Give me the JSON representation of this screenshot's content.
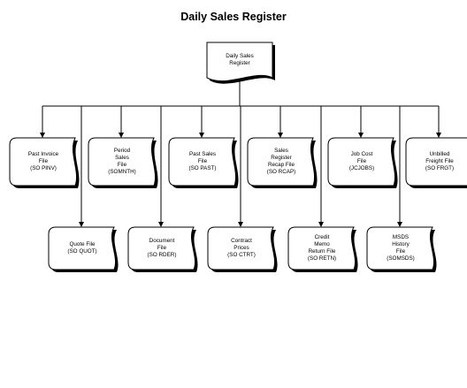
{
  "title": "Daily Sales Register",
  "root": {
    "lines": [
      "Daily Sales",
      "Register"
    ]
  },
  "top_row": [
    {
      "lines": [
        "Past Invoice",
        "File",
        "(SO PINV)"
      ]
    },
    {
      "lines": [
        "Period",
        "Sales",
        "File",
        "(SOMNTH)"
      ]
    },
    {
      "lines": [
        "Past Sales",
        "File",
        "(SO PAST)"
      ]
    },
    {
      "lines": [
        "Sales",
        "Register",
        "Recap File",
        "(SO RCAP)"
      ]
    },
    {
      "lines": [
        "Job Cost",
        "File",
        "(JCJOBS)"
      ]
    },
    {
      "lines": [
        "Unbilled",
        "Freight File",
        "(SO FRGT)"
      ]
    }
  ],
  "bottom_row": [
    {
      "lines": [
        "Quote File",
        "(SO QUOT)"
      ]
    },
    {
      "lines": [
        "Document",
        "File",
        "(SO RDER)"
      ]
    },
    {
      "lines": [
        "Contract",
        "Prices",
        "(SO CTRT)"
      ]
    },
    {
      "lines": [
        "Credit",
        "Memo",
        "Return File",
        "(SO RETN)"
      ]
    },
    {
      "lines": [
        "MSDS",
        "History",
        "File",
        "(SOMSDS)"
      ]
    }
  ]
}
